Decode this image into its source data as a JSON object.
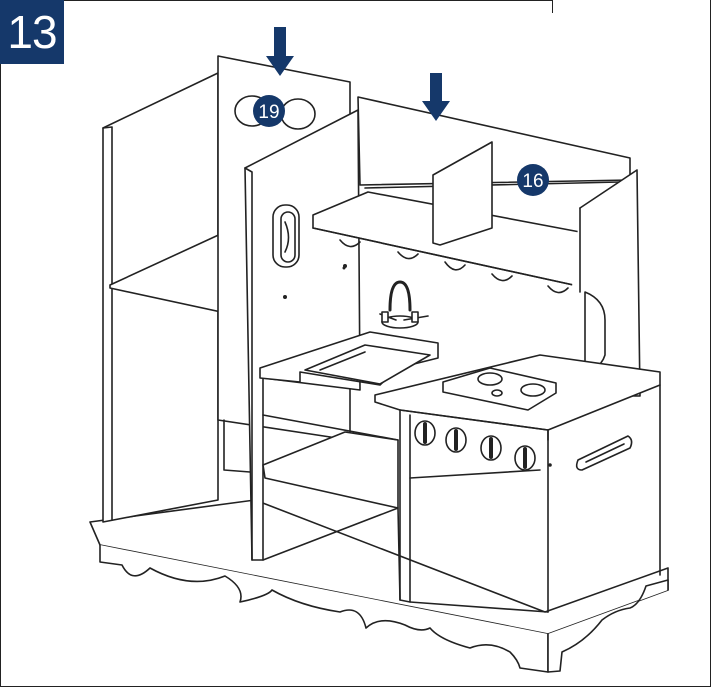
{
  "step": {
    "number": "13"
  },
  "callouts": [
    {
      "id": "part-19",
      "label": "19"
    },
    {
      "id": "part-16",
      "label": "16"
    }
  ],
  "colors": {
    "badge": "#15386a",
    "line": "#222222",
    "background": "#ffffff"
  }
}
